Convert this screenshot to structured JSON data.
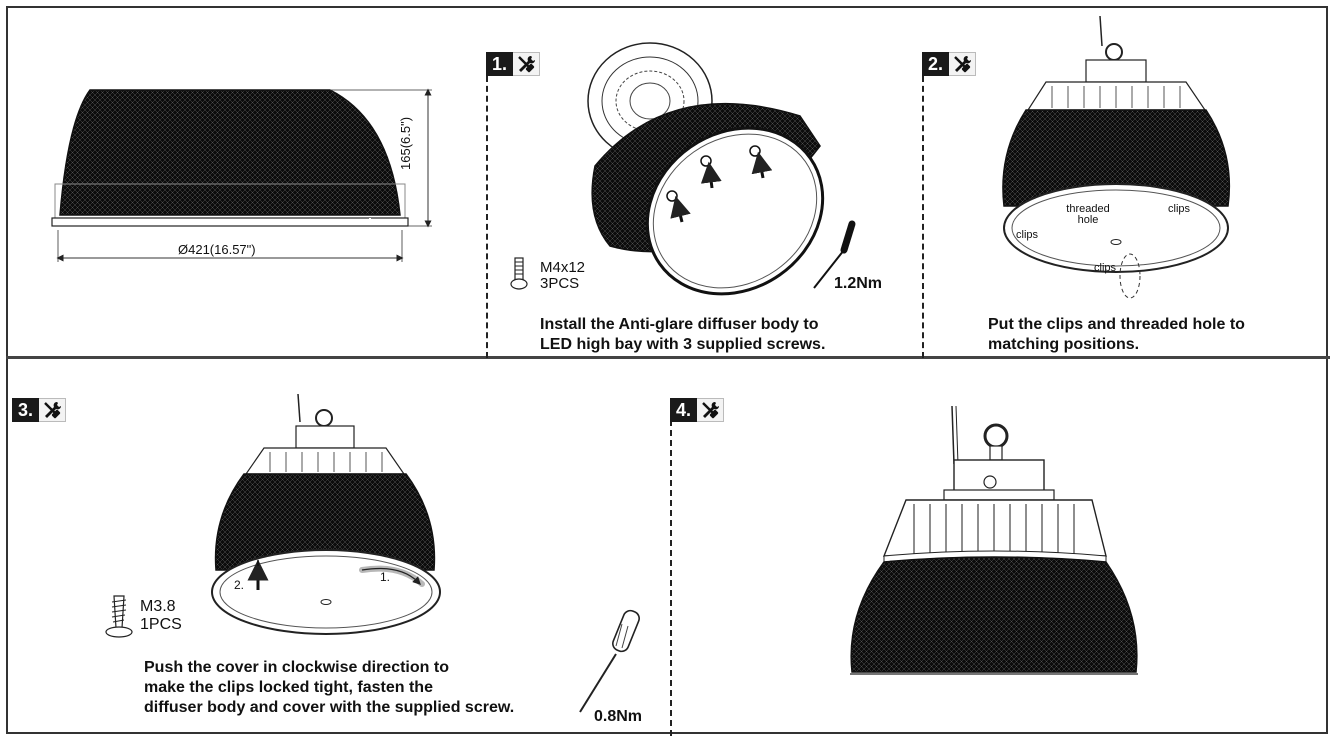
{
  "dimensions": {
    "width": "Ø421(16.57\")",
    "height": "165(6.5\")"
  },
  "steps": [
    {
      "number": "1.",
      "screw_size": "M4x12",
      "screw_qty": "3PCS",
      "torque": "1.2Nm",
      "caption_line1": "Install the Anti-glare diffuser body to",
      "caption_line2": "LED high bay with 3 supplied screws."
    },
    {
      "number": "2.",
      "labels": {
        "threaded_hole": "threaded hole",
        "clips_right": "clips",
        "clips_left": "clips",
        "clips_bottom": "clips"
      },
      "caption_line1": "Put the clips and threaded hole to",
      "caption_line2": "matching positions."
    },
    {
      "number": "3.",
      "screw_size": "M3.8",
      "screw_qty": "1PCS",
      "torque": "0.8Nm",
      "sub_step_1": "1.",
      "sub_step_2": "2.",
      "caption_line1": "Push the cover in clockwise direction to",
      "caption_line2": "make the clips locked tight, fasten the",
      "caption_line3": "diffuser body and cover with the supplied screw."
    },
    {
      "number": "4."
    }
  ],
  "icons": {
    "tool": "wrench-screwdriver-icon",
    "screw": "screw-icon",
    "screwdriver": "screwdriver-icon"
  }
}
